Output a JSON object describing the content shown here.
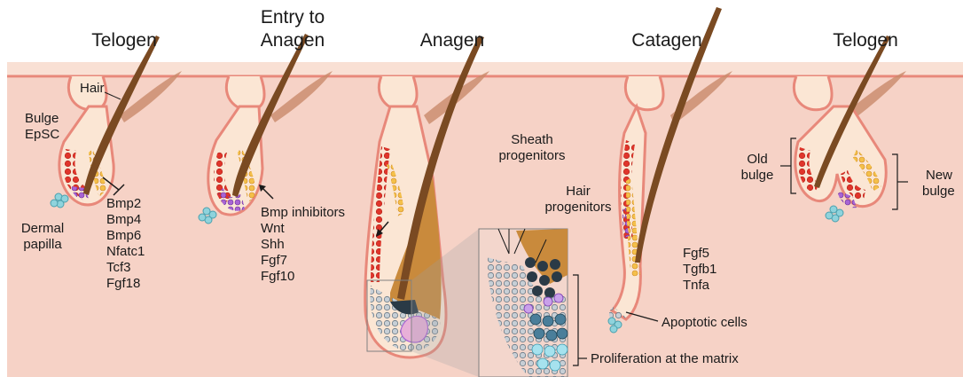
{
  "stages": [
    {
      "id": "telogen_1",
      "title_lines": [
        "Telogen"
      ]
    },
    {
      "id": "entry",
      "title_lines": [
        "Entry to",
        "Anagen"
      ]
    },
    {
      "id": "anagen",
      "title_lines": [
        "Anagen"
      ]
    },
    {
      "id": "catagen",
      "title_lines": [
        "Catagen"
      ]
    },
    {
      "id": "telogen_2",
      "title_lines": [
        "Telogen"
      ]
    }
  ],
  "labels": {
    "hair": "Hair",
    "bulge": "Bulge",
    "epsc": "EpSC",
    "dermal": "Dermal",
    "papilla": "papilla",
    "telogen_factors": [
      "Bmp2",
      "Bmp4",
      "Bmp6",
      "Nfatc1",
      "Tcf3",
      "Fgf18"
    ],
    "entry_factors": [
      "Bmp inhibitors",
      "Wnt",
      "Shh",
      "Fgf7",
      "Fgf10"
    ],
    "sheath": "Sheath",
    "sheath_progenitors": "progenitors",
    "hair_prog": "Hair",
    "hair_progenitors": "progenitors",
    "proliferation": "Proliferation at the matrix",
    "catagen_factors": [
      "Fgf5",
      "Tgfb1",
      "Tnfa"
    ],
    "apoptotic": "Apoptotic cells",
    "old": "Old",
    "old_bulge": "bulge",
    "new": "New",
    "new_bulge": "bulge"
  },
  "colors": {
    "dermis": "#f6d2c6",
    "epidermis": "#f8dcd0",
    "skin_line": "#e8887a",
    "follicle_fill": "#fbe6d4",
    "hair_shaft": "#7a4a22",
    "matrix": "#c98a3c",
    "stem_cell": "#e0352b",
    "progenitor": "#f1b63d",
    "hair_germ": "#9a58c8",
    "papilla": "#8fd3dc",
    "inset_cells": "#8a9aa4",
    "matrix_cells": "#2a3a46"
  }
}
